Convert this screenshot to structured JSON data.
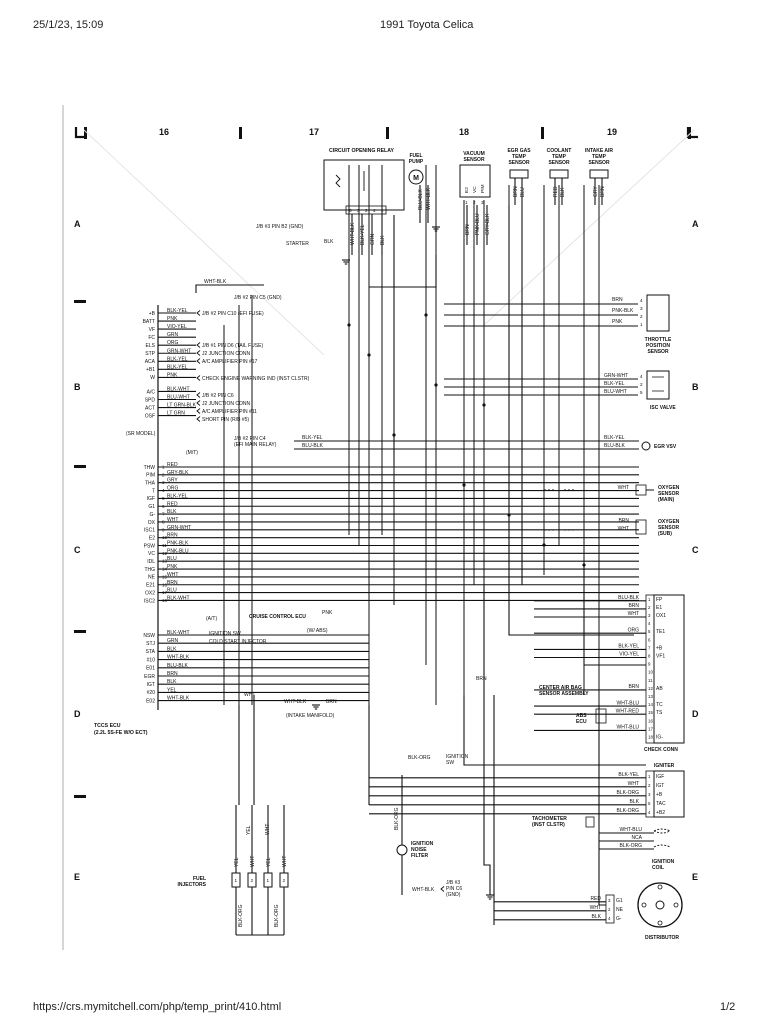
{
  "header": {
    "datetime": "25/1/23, 15:09",
    "title": "1991 Toyota Celica"
  },
  "footer": {
    "url": "https://crs.mymitchell.com/php/temp_print/410.html",
    "page": "1/2"
  },
  "grid": {
    "columns": [
      "16",
      "17",
      "18",
      "19"
    ],
    "rows": [
      "A",
      "B",
      "C",
      "D",
      "E"
    ]
  },
  "components": {
    "circuit_opening_relay": "CIRCUIT OPENING RELAY",
    "fuel_pump": [
      "FUEL",
      "PUMP"
    ],
    "vacuum_sensor": [
      "VACUUM",
      "SENSOR"
    ],
    "egr_gas_temp_sensor": [
      "EGR GAS",
      "TEMP",
      "SENSOR"
    ],
    "coolant_temp_sensor": [
      "COOLANT",
      "TEMP",
      "SENSOR"
    ],
    "intake_air_temp_sensor": [
      "INTAKE AIR",
      "TEMP",
      "SENSOR"
    ],
    "throttle_position_sensor": [
      "THROTTLE",
      "POSITION",
      "SENSOR"
    ],
    "isc_valve": "ISC VALVE",
    "egr_vsv": "EGR VSV",
    "oxygen_sensor_main": [
      "OXYGEN",
      "SENSOR",
      "(MAIN)"
    ],
    "oxygen_sensor_sub": [
      "OXYGEN",
      "SENSOR",
      "(SUB)"
    ],
    "check_conn": "CHECK CONN",
    "igniter": "IGNITER",
    "ignition_coil": [
      "IGNITION",
      "COIL"
    ],
    "distributor": "DISTRIBUTOR",
    "tachometer": [
      "TACHOMETER",
      "(INST CLSTR)"
    ],
    "ignition_noise_filter": [
      "IGNITION",
      "NOISE",
      "FILTER"
    ],
    "fuel_injectors": [
      "FUEL",
      "INJECTORS"
    ],
    "tccs_ecu": [
      "TCCS ECU",
      "(2.2L 5S-FE W/O ECT)"
    ],
    "center_air_bag": [
      "CENTER AIR BAG",
      "SENSOR ASSEMBLY"
    ],
    "abs_ecu": [
      "ABS",
      "ECU"
    ],
    "cruise_control_ecu": "CRUISE CONTROL ECU",
    "intake_manifold": "(INTAKE MANIFOLD)",
    "sr_model": "(SR MODEL)",
    "mt": "(M/T)",
    "at": "(A/T)",
    "w_abs": "(W/ ABS)"
  },
  "ecu_pins_upper": [
    "+B",
    "BATT",
    "VF",
    "FC",
    "ELS",
    "STP",
    "ACA",
    "+B1",
    "W",
    "A/C",
    "SPD",
    "ACT",
    "OSF"
  ],
  "ecu_pins_mid": [
    "THW",
    "PIM",
    "THA",
    "T",
    "IGF",
    "G1",
    "G-",
    "OX",
    "ISC1",
    "E2",
    "PSW",
    "VC",
    "IDL",
    "THG",
    "NE",
    "E21",
    "OX2",
    "ISC2"
  ],
  "ecu_pins_lower": [
    "NSW",
    "STJ",
    "STA",
    "#10",
    "E01",
    "EGR",
    "IGT",
    "#20",
    "E02"
  ],
  "wires_upper": [
    "BLK-YEL",
    "PNK",
    "VIO-YEL",
    "GRN",
    "ORG",
    "GRN-WHT",
    "BLK-YEL",
    "BLK-YEL",
    "PNK",
    "BLK-WHT",
    "BLU-WHT",
    "LT GRN-BLK",
    "LT GRN"
  ],
  "wires_mid": [
    "RED",
    "GRY-BLK",
    "GRY",
    "ORG",
    "BLK-YEL",
    "RED",
    "BLK",
    "WHT",
    "GRN-WHT",
    "BRN",
    "PNK-BLK",
    "PNK-BLU",
    "BLU",
    "PNK",
    "WHT",
    "BRN",
    "BLU",
    "BLK-WHT"
  ],
  "wires_lower": [
    "BLK-WHT",
    "GRN",
    "BLK",
    "WHT-BLK",
    "BLU-BLK",
    "BRN",
    "BLK",
    "YEL",
    "WHT-BLK"
  ],
  "connections_upper": [
    "J/B #2 PIN C5 (GND)",
    "J/B #2 PIN C10 (EFI FUSE)",
    "J/B #1 PIN D6 (TAIL FUSE)",
    "J2 JUNCTION CONN",
    "A/C AMPLIFIER PIN #17",
    "CHECK ENGINE WARNING IND (INST CLSTR)",
    "J/B #2 PIN C6",
    "J2 JUNCTION CONN",
    "A/C AMPLIFIER PIN #11",
    "SHORT PIN (R/B #5)"
  ],
  "jb3_b2": "J/B #3 PIN B2 (GND)",
  "starter": "STARTER",
  "efi_main_relay": [
    "J/B #2 PIN C4",
    "(EFI MAIN RELAY)"
  ],
  "ignition_sw": "IGNITION SW",
  "cold_start_injector": "COLD START INJECTOR",
  "jb3_c6": [
    "J/B #3",
    "PIN C6",
    "(GND)"
  ],
  "ignition_sw_right": [
    "IGNITION",
    "SW"
  ],
  "relay_wires": [
    "WHT-BLK",
    "BLK-YEL",
    "GRN",
    "BLK"
  ],
  "relay_pins": [
    "6",
    "3",
    "2",
    "4",
    "1"
  ],
  "fuel_pump_wires": [
    "BLU-BLK",
    "WHT-BLK"
  ],
  "vacuum_pins": [
    "E2",
    "VC",
    "PIM"
  ],
  "vacuum_nums": [
    "1",
    "2",
    "3"
  ],
  "vacuum_wires": [
    "BRN",
    "PNK-BLU",
    "GRY-BLK"
  ],
  "egr_wires": [
    "BRN",
    "BLU"
  ],
  "coolant_wires": [
    "RED",
    "BLK"
  ],
  "iat_wires": [
    "GRY",
    "BRN"
  ],
  "tps_wires": [
    "BRN",
    "PNK-BLK",
    "PNK"
  ],
  "tps_pins": [
    "4",
    "3",
    "2",
    "1"
  ],
  "isc_wires": [
    "GRN-WHT",
    "BLK-YEL",
    "BLU-WHT"
  ],
  "isc_pins": [
    "4",
    "2",
    "5"
  ],
  "egr_vsv_wires": [
    "BLK-YEL",
    "BLU-BLK"
  ],
  "o2_main_wire": "WHT",
  "o2_sub_wires": [
    "BRN",
    "WHT"
  ],
  "check_conn_rows": [
    {
      "wire": "BLU-BLK",
      "pin": "1",
      "label": "FP"
    },
    {
      "wire": "BRN",
      "pin": "2",
      "label": "E1"
    },
    {
      "wire": "WHT",
      "pin": "3",
      "label": "OX1"
    },
    {
      "wire": "",
      "pin": "4",
      "label": ""
    },
    {
      "wire": "ORG",
      "pin": "5",
      "label": "TE1"
    },
    {
      "wire": "",
      "pin": "6",
      "label": ""
    },
    {
      "wire": "BLK-YEL",
      "pin": "7",
      "label": "+B"
    },
    {
      "wire": "VIO-YEL",
      "pin": "8",
      "label": "VF1"
    },
    {
      "wire": "",
      "pin": "9",
      "label": ""
    },
    {
      "wire": "",
      "pin": "10",
      "label": ""
    },
    {
      "wire": "",
      "pin": "11",
      "label": ""
    },
    {
      "wire": "BRN",
      "pin": "12",
      "label": "AB"
    },
    {
      "wire": "",
      "pin": "13",
      "label": ""
    },
    {
      "wire": "WHT-BLU",
      "pin": "14",
      "label": "TC"
    },
    {
      "wire": "WHT-RED",
      "pin": "15",
      "label": "TS"
    },
    {
      "wire": "",
      "pin": "16",
      "label": ""
    },
    {
      "wire": "WHT-BLU",
      "pin": "17",
      "label": ""
    },
    {
      "wire": "",
      "pin": "18",
      "label": "IG-"
    }
  ],
  "igniter_rows": [
    {
      "wire": "BLK-YEL",
      "pin": "1",
      "label": "IGF"
    },
    {
      "wire": "WHT",
      "pin": "2",
      "label": "IGT"
    },
    {
      "wire": "BLK-ORG",
      "pin": "3",
      "label": "+B"
    },
    {
      "wire": "BLK",
      "pin": "5",
      "label": "TAC"
    },
    {
      "wire": "BLK-ORG",
      "pin": "4",
      "label": "+B2"
    }
  ],
  "coil_wires": [
    "WHT-BLU",
    "NCA",
    "BLK-ORG"
  ],
  "dist_rows": [
    {
      "wire": "RED",
      "pin": "3",
      "label": "G1"
    },
    {
      "wire": "WHT",
      "pin": "2",
      "label": "NE"
    },
    {
      "wire": "BLK",
      "pin": "4",
      "label": "G-"
    }
  ],
  "misc_wires": {
    "brn_center": "BRN",
    "blk_org_ign": "BLK-ORG",
    "wht_blk_gnd": "WHT-BLK",
    "cruise_pnk": "PNK",
    "efi_main": [
      "BLK-YEL",
      "BLU-BLK"
    ],
    "wht_ig": "WHT",
    "wht_blk_im": "WHT-BLK",
    "brn_im": "BRN",
    "wht_blk_top": "WHT-BLK",
    "blk_starter": "BLK",
    "blk_org_vert": "BLK-ORG",
    "yel_vert": "YEL",
    "wht_vert": "WHT"
  },
  "injector_wires": [
    "YEL",
    "WHT",
    "YEL",
    "WHT"
  ],
  "injector_pins": [
    "1",
    "2",
    "1",
    "2"
  ],
  "injector_bottom": [
    "BLK-ORG",
    "BLK-ORG"
  ]
}
